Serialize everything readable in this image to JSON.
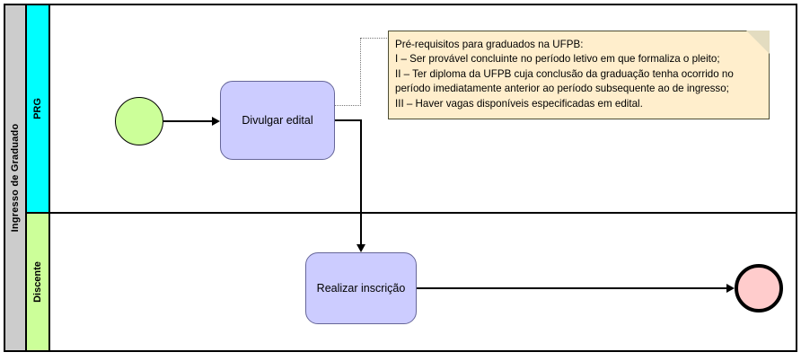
{
  "diagram": {
    "type": "bpmn-process",
    "pool": {
      "label": "Ingresso de Graduado",
      "header_color": "#cccccc"
    },
    "lanes": [
      {
        "id": "prg",
        "label": "PRG",
        "color": "#00ffff"
      },
      {
        "id": "discente",
        "label": "Discente",
        "color": "#ccff99"
      }
    ],
    "nodes": [
      {
        "id": "start",
        "type": "start-event",
        "lane": "prg",
        "label": "",
        "color": "#ccff99"
      },
      {
        "id": "divulgar",
        "type": "task",
        "lane": "prg",
        "label": "Divulgar edital",
        "color": "#ccccff"
      },
      {
        "id": "realizar",
        "type": "task",
        "lane": "discente",
        "label": "Realizar inscrição",
        "color": "#ccccff"
      },
      {
        "id": "end",
        "type": "end-event",
        "lane": "discente",
        "label": "",
        "color": "#ffcccc"
      }
    ],
    "note": {
      "title": "Pré-requisitos para graduados na UFPB:",
      "lines": [
        "Pré-requisitos para graduados na UFPB:",
        "I – Ser provável concluinte no período letivo em que formaliza o pleito;",
        "II – Ter diploma da UFPB cuja conclusão da graduação tenha ocorrido no",
        "período imediatamente anterior ao período subsequente ao de ingresso;",
        "III – Haver vagas disponíveis especificadas em edital."
      ],
      "text": "Pré-requisitos para graduados na UFPB:\nI – Ser provável concluinte no período letivo em que formaliza o pleito;\nII – Ter diploma da UFPB cuja conclusão da graduação tenha ocorrido no\nperíodo imediatamente anterior ao período subsequente ao de ingresso;\nIII – Haver vagas disponíveis especificadas em edital.",
      "background_color": "#ffeecc",
      "border_color": "#4d4d33"
    },
    "flows": [
      {
        "from": "start",
        "to": "divulgar",
        "style": "solid"
      },
      {
        "from": "divulgar",
        "to": "realizar",
        "style": "solid"
      },
      {
        "from": "realizar",
        "to": "end",
        "style": "solid"
      },
      {
        "from": "divulgar",
        "to": "note",
        "style": "dotted-association"
      }
    ]
  }
}
